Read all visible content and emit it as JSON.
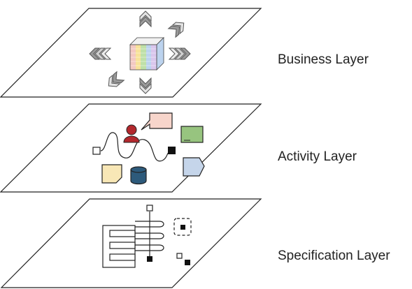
{
  "layers": [
    {
      "id": "business",
      "label": "Business Layer"
    },
    {
      "id": "activity",
      "label": "Activity Layer"
    },
    {
      "id": "specification",
      "label": "Specification Layer"
    }
  ],
  "colors": {
    "outline": "#222222",
    "arrow_gray": "#8c8c8c",
    "speech_bubble_pink": "#f7d5cb",
    "person_red": "#b3282d",
    "board_green": "#97c47f",
    "note_yellow": "#f8e7b6",
    "database_blue": "#2d5a7b",
    "pentagon_blue": "#c5d5ea",
    "cube_stripes": [
      "#f3c9c2",
      "#f7e29a",
      "#bfe0a8",
      "#bcd3ee",
      "#d9c6ec"
    ]
  }
}
